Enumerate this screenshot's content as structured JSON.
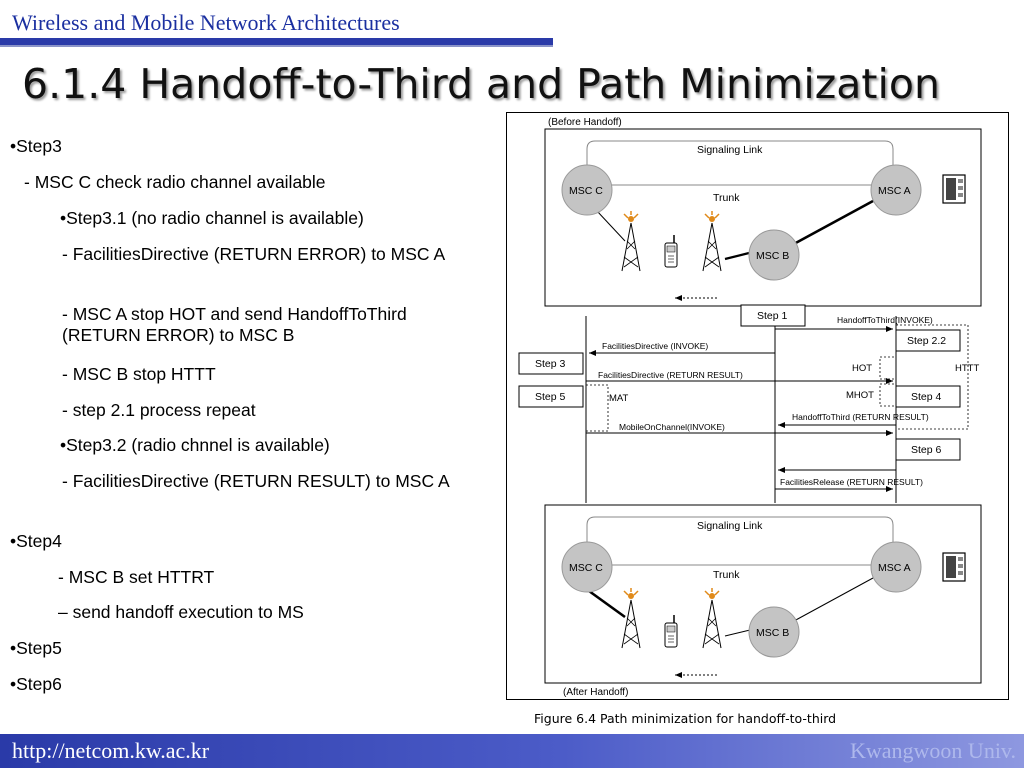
{
  "header": {
    "title": "Wireless and Mobile Network Architectures"
  },
  "slide": {
    "title": "6.1.4 Handoff-to-Third and Path Minimization"
  },
  "bullets": {
    "b1": "•Step3",
    "b2": "- MSC C check radio channel available",
    "b3": "•Step3.1 (no radio channel is available)",
    "b4_pre": " - ",
    "b4_bold": "FacilitiesDirective",
    "b4_post": " (RETURN ERROR) to MSC A",
    "b5_pre": " - MSC A stop HOT and send ",
    "b5_bold": "HandoffToThird",
    "b5_post": " (RETURN ERROR) to MSC B",
    "b6_pre": "- MSC B stop ",
    "b6_bold": "HTTT",
    "b7": "- step 2.1 process repeat",
    "b8": "•Step3.2 (radio chnnel is available)",
    "b9_pre": "- ",
    "b9_bold": "FacilitiesDirective",
    "b9_post": " (RETURN RESULT) to MSC A",
    "b10": "•Step4",
    "b11_pre": "- MSC B set ",
    "b11_bold": "HTTRT",
    "b12_pre": "– send handoff execution to ",
    "b12_bold": "MS",
    "b13": "•Step5",
    "b14": "•Step6"
  },
  "figure": {
    "before_label": "(Before Handoff)",
    "after_label": "(After Handoff)",
    "signaling_link": "Signaling Link",
    "trunk": "Trunk",
    "msc_a": "MSC A",
    "msc_b": "MSC B",
    "msc_c": "MSC C",
    "step1": "Step 1",
    "step2_2": "Step 2.2",
    "step3": "Step 3",
    "step4": "Step 4",
    "step5": "Step 5",
    "step6": "Step 6",
    "msg_htt_invoke": "HandoffToThird(INVOKE)",
    "msg_fd_invoke": "FacilitiesDirective (INVOKE)",
    "msg_fd_result": "FacilitiesDirective (RETURN RESULT)",
    "msg_htt_result": "HandoffToThird (RETURN RESULT)",
    "msg_moc_invoke": "MobileOnChannel(INVOKE)",
    "msg_fr_result": "FacilitiesRelease (RETURN RESULT)",
    "timer_hot": "HOT",
    "timer_httt": "HTTT",
    "timer_mhot": "MHOT",
    "timer_mat": "MAT",
    "caption": "Figure 6.4  Path minimization for handoff-to-third"
  },
  "footer": {
    "url": "http://netcom.kw.ac.kr",
    "university": "Kwangwoon Univ."
  },
  "colors": {
    "header_blue": "#1a2fa0",
    "bar_blue": "#2a3aa8",
    "msc_gray": "#c4c4c4"
  }
}
